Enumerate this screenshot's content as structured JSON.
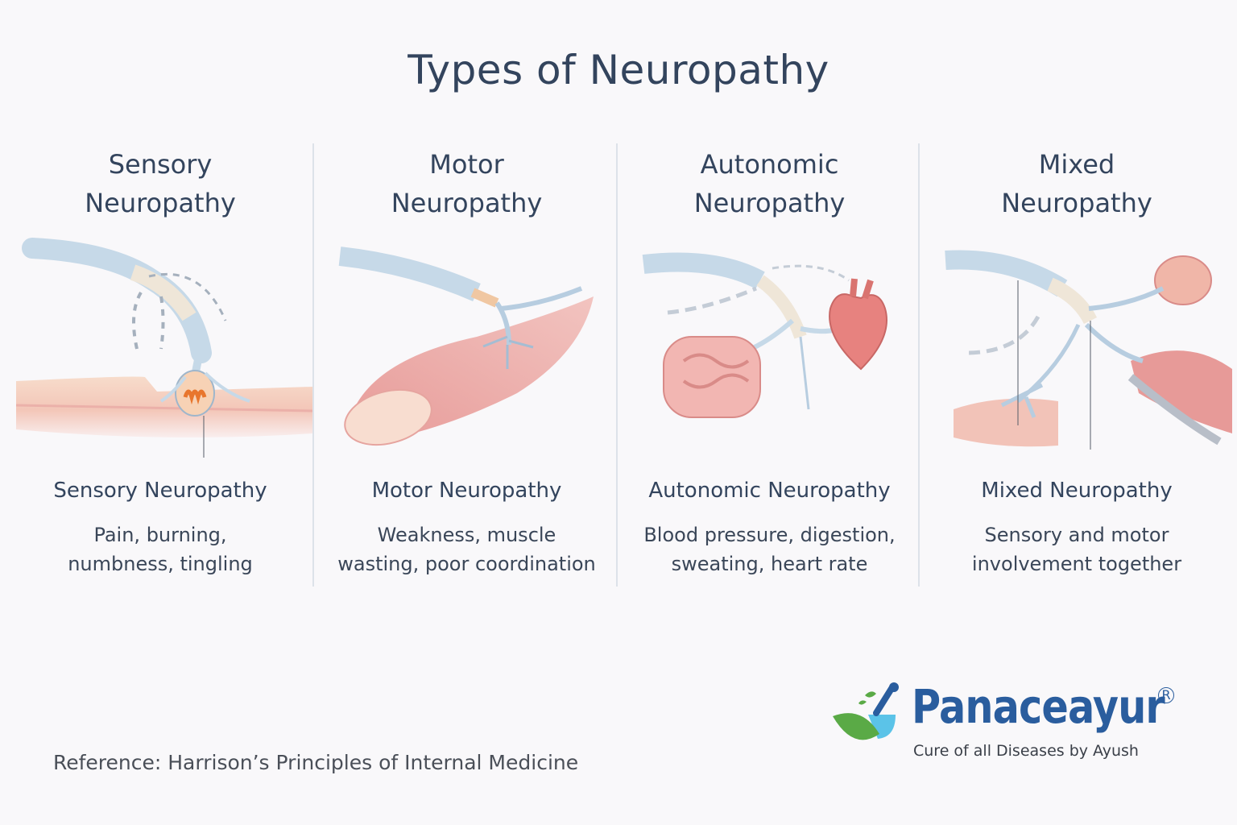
{
  "title": "Types of Neuropathy",
  "columns": [
    {
      "heading_line1": "Sensory",
      "heading_line2": "Neuropathy",
      "illustration": "nerve-to-skin-receptor-illustration",
      "name": "Sensory Neuropathy",
      "desc_line1": "Pain, burning,",
      "desc_line2": "numbness, tingling"
    },
    {
      "heading_line1": "Motor",
      "heading_line2": "Neuropathy",
      "illustration": "nerve-to-muscle-illustration",
      "name": "Motor Neuropathy",
      "desc_line1": "Weakness, muscle",
      "desc_line2": "wasting, poor coordination"
    },
    {
      "heading_line1": "Autonomic",
      "heading_line2": "Neuropathy",
      "illustration": "nerve-to-heart-and-intestine-illustration",
      "name": "Autonomic Neuropathy",
      "desc_line1": "Blood pressure, digestion,",
      "desc_line2": "sweating, heart rate"
    },
    {
      "heading_line1": "Mixed",
      "heading_line2": "Neuropathy",
      "illustration": "nerve-to-skin-muscle-organ-illustration",
      "name": "Mixed Neuropathy",
      "desc_line1": "Sensory and motor",
      "desc_line2": "involvement together"
    }
  ],
  "reference": "Reference: Harrison’s Principles of Internal Medicine",
  "logo": {
    "name": "Panaceayur",
    "registered": "R",
    "tagline": "Cure of all Diseases by Ayush"
  },
  "colors": {
    "title": "#33445d",
    "nerve": "#c9dbea",
    "tissue": "#eaa3a0",
    "brand_blue": "#2a5d9e",
    "brand_green": "#5aaa46",
    "brand_cyan": "#5bc3e8"
  }
}
